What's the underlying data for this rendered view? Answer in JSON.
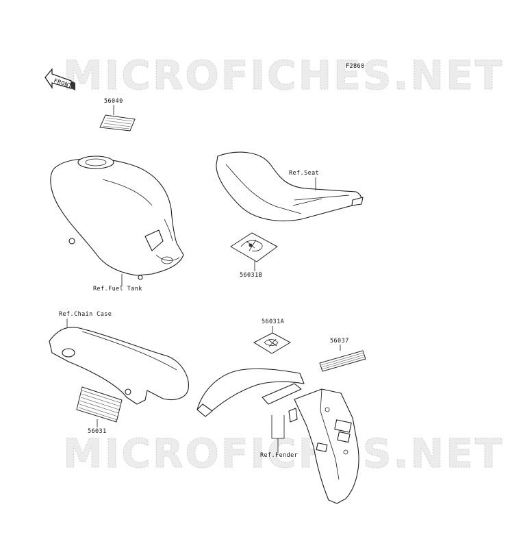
{
  "diagram": {
    "code": "F2860",
    "watermark_text": "MICROFICHES.NET",
    "front_arrow_label": "FRONT"
  },
  "parts": [
    {
      "id": "56040",
      "label": "56040"
    },
    {
      "id": "56031B",
      "label": "56031B"
    },
    {
      "id": "56031A",
      "label": "56031A"
    },
    {
      "id": "56037",
      "label": "56037"
    },
    {
      "id": "56031",
      "label": "56031"
    }
  ],
  "references": [
    {
      "label": "Ref.Seat"
    },
    {
      "label": "Ref.Fuel Tank"
    },
    {
      "label": "Ref.Chain Case"
    },
    {
      "label": "Ref.Fender"
    }
  ]
}
